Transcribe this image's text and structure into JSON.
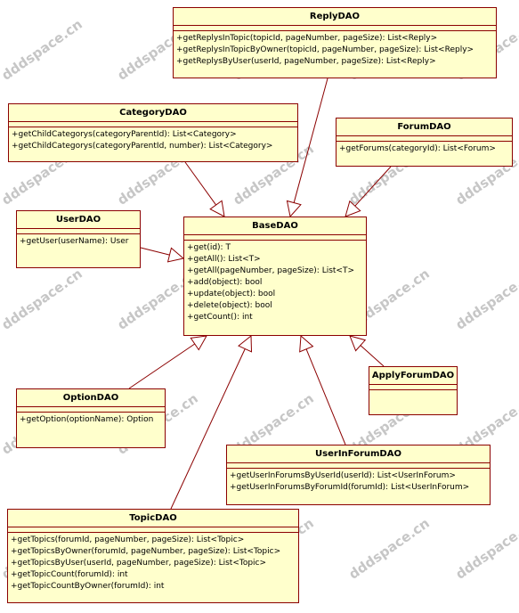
{
  "watermark": "dddspace.cn",
  "classes": {
    "reply": {
      "name": "ReplyDAO",
      "ops": [
        "+getReplysInTopic(topicId, pageNumber, pageSize): List<Reply>",
        "+getReplysInTopicByOwner(topicId, pageNumber, pageSize): List<Reply>",
        "+getReplysByUser(userId, pageNumber, pageSize): List<Reply>"
      ]
    },
    "category": {
      "name": "CategoryDAO",
      "ops": [
        "+getChildCategorys(categoryParentId): List<Category>",
        "+getChildCategorys(categoryParentId, number): List<Category>"
      ]
    },
    "forum": {
      "name": "ForumDAO",
      "ops": [
        "+getForums(categoryId): List<Forum>"
      ]
    },
    "user": {
      "name": "UserDAO",
      "ops": [
        "+getUser(userName): User"
      ]
    },
    "base": {
      "name": "BaseDAO",
      "ops": [
        "+get(id): T",
        "+getAll(): List<T>",
        "+getAll(pageNumber, pageSize): List<T>",
        "+add(object): bool",
        "+update(object): bool",
        "+delete(object): bool",
        "+getCount(): int"
      ]
    },
    "applyForum": {
      "name": "ApplyForumDAO",
      "ops": []
    },
    "option": {
      "name": "OptionDAO",
      "ops": [
        "+getOption(optionName): Option"
      ]
    },
    "userInForum": {
      "name": "UserInForumDAO",
      "ops": [
        "+getUserInForumsByUserId(userId): List<UserInForum>",
        "+getUserInForumsByForumId(forumId): List<UserInForum>"
      ]
    },
    "topic": {
      "name": "TopicDAO",
      "ops": [
        "+getTopics(forumId, pageNumber, pageSize): List<Topic>",
        "+getTopicsByOwner(forumId, pageNumber, pageSize): List<Topic>",
        "+getTopicsByUser(userId, pageNumber, pageSize): List<Topic>",
        "+getTopicCount(forumId): int",
        "+getTopicCountByOwner(forumId): int"
      ]
    }
  },
  "relations": [
    {
      "from": "reply",
      "to": "base",
      "type": "generalization"
    },
    {
      "from": "category",
      "to": "base",
      "type": "generalization"
    },
    {
      "from": "forum",
      "to": "base",
      "type": "generalization"
    },
    {
      "from": "user",
      "to": "base",
      "type": "generalization"
    },
    {
      "from": "applyForum",
      "to": "base",
      "type": "generalization"
    },
    {
      "from": "option",
      "to": "base",
      "type": "generalization"
    },
    {
      "from": "userInForum",
      "to": "base",
      "type": "generalization"
    },
    {
      "from": "topic",
      "to": "base",
      "type": "generalization"
    }
  ],
  "colors": {
    "class_fill": "#ffffcc",
    "class_border": "#8b0000",
    "line": "#8b0000",
    "watermark": "#bdbdbd"
  }
}
